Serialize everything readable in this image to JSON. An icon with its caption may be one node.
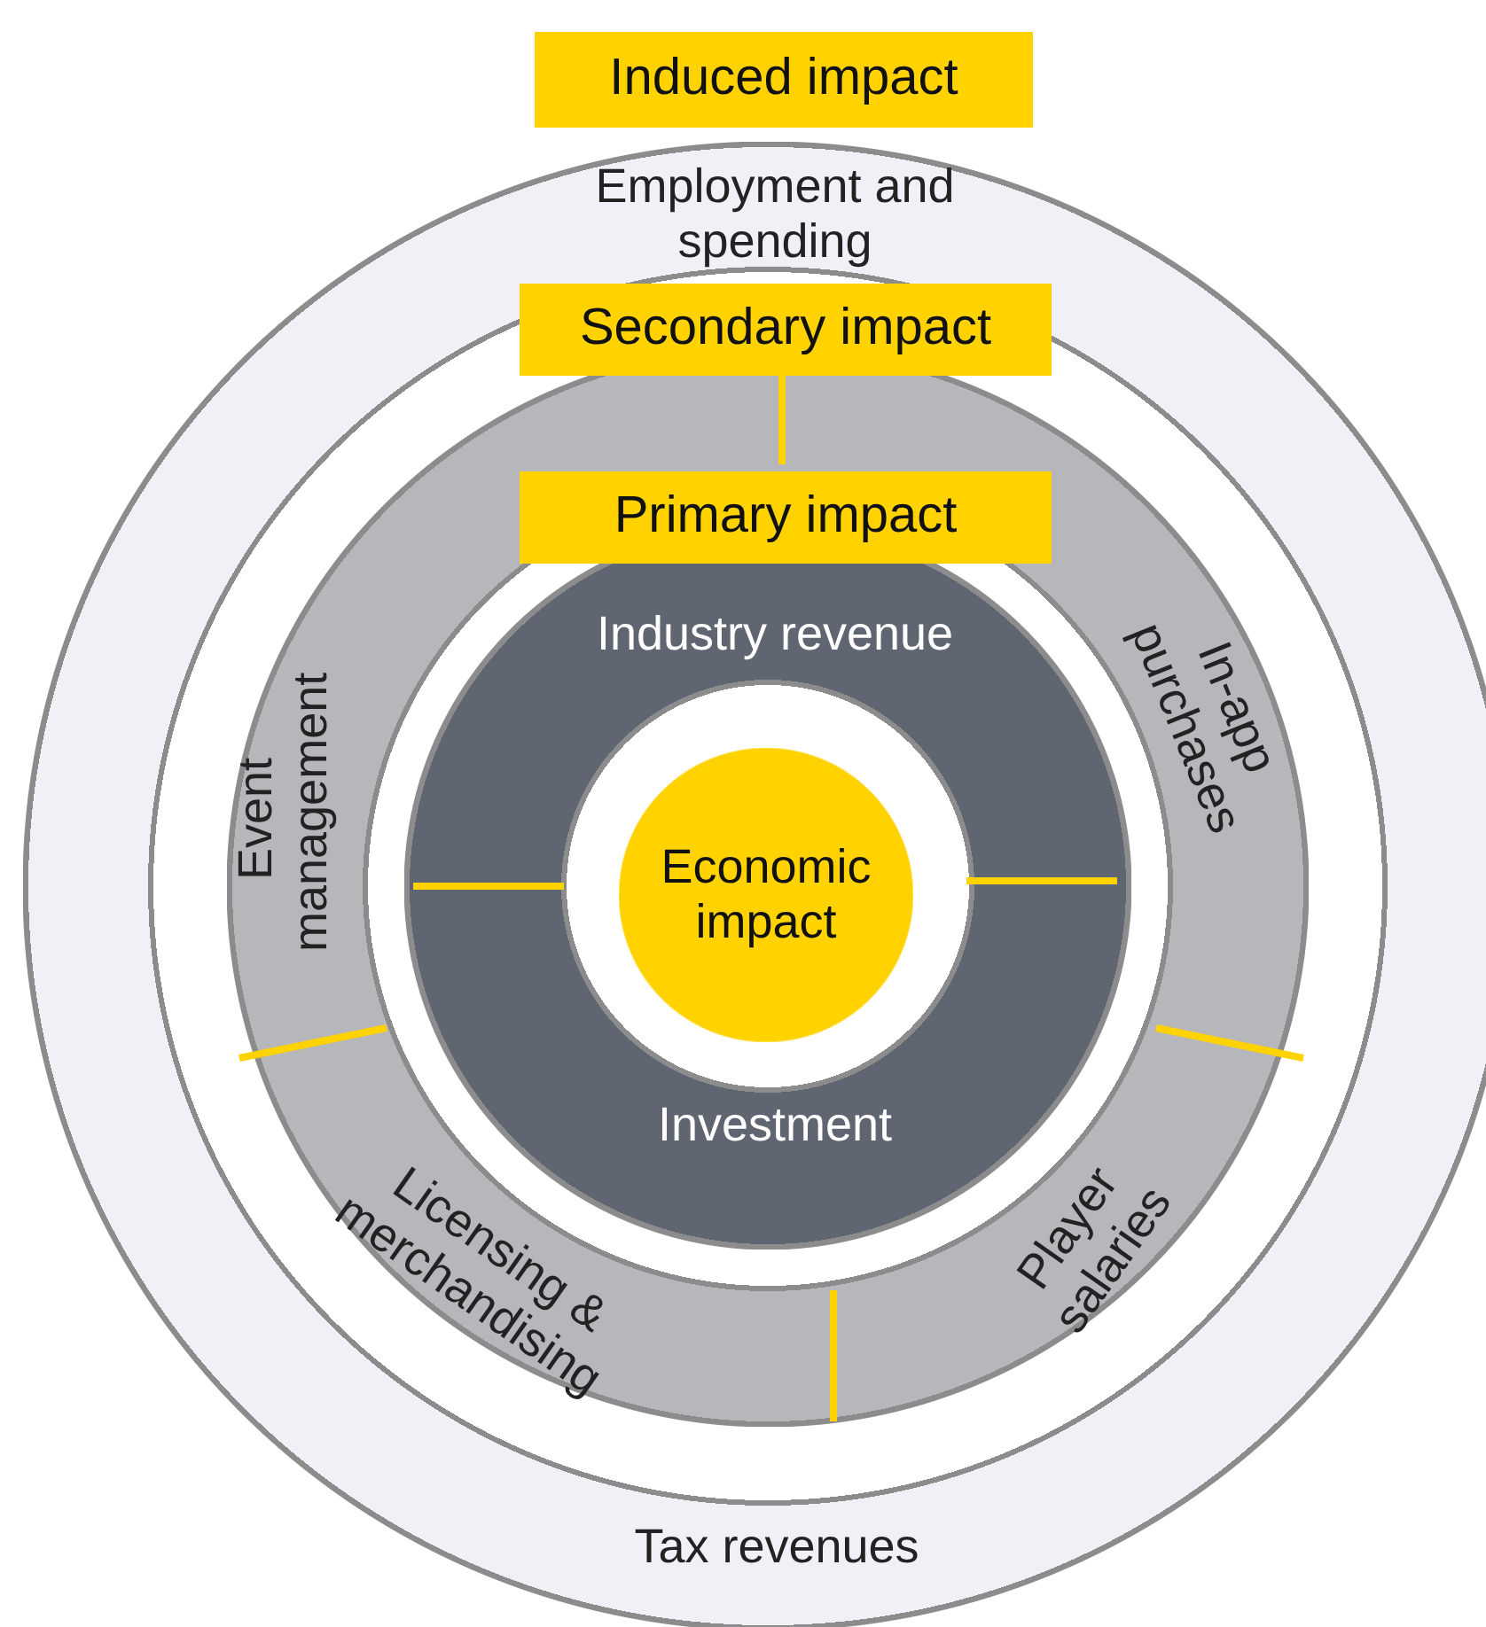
{
  "diagram": {
    "nodes": [
      {
        "text": [
          "Induced impact",
          "Employment and spending",
          "Tax revenues"
        ]
      },
      {
        "text": [
          "Secondary impact",
          "Event management",
          "In-app purchases",
          "Licensing & merchandising",
          "Player salaries"
        ],
        "in": 0
      },
      {
        "text": [
          "Primary impact",
          "Industry revenue",
          "Investment"
        ],
        "in": 1
      },
      {
        "text": [
          "Economic impact"
        ],
        "in": 2
      }
    ]
  }
}
